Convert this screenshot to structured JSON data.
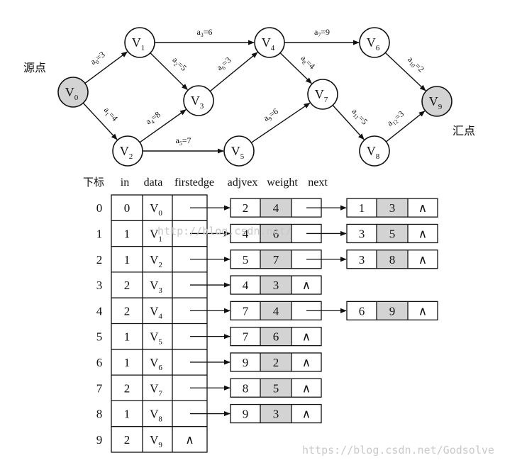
{
  "graph": {
    "source_label": "源点",
    "sink_label": "汇点",
    "vertices": [
      {
        "id": "v0",
        "base": "V",
        "sub": "0",
        "shaded": true
      },
      {
        "id": "v1",
        "base": "V",
        "sub": "1",
        "shaded": false
      },
      {
        "id": "v2",
        "base": "V",
        "sub": "2",
        "shaded": false
      },
      {
        "id": "v3",
        "base": "V",
        "sub": "3",
        "shaded": false
      },
      {
        "id": "v4",
        "base": "V",
        "sub": "4",
        "shaded": false
      },
      {
        "id": "v5",
        "base": "V",
        "sub": "5",
        "shaded": false
      },
      {
        "id": "v6",
        "base": "V",
        "sub": "6",
        "shaded": false
      },
      {
        "id": "v7",
        "base": "V",
        "sub": "7",
        "shaded": false
      },
      {
        "id": "v8",
        "base": "V",
        "sub": "8",
        "shaded": false
      },
      {
        "id": "v9",
        "base": "V",
        "sub": "9",
        "shaded": true
      }
    ],
    "edges": [
      {
        "from": "v0",
        "to": "v1",
        "name": "a",
        "sub": "0",
        "weight": "3"
      },
      {
        "from": "v0",
        "to": "v2",
        "name": "a",
        "sub": "1",
        "weight": "4"
      },
      {
        "from": "v1",
        "to": "v3",
        "name": "a",
        "sub": "2",
        "weight": "5"
      },
      {
        "from": "v1",
        "to": "v4",
        "name": "a",
        "sub": "3",
        "weight": "6"
      },
      {
        "from": "v2",
        "to": "v3",
        "name": "a",
        "sub": "4",
        "weight": "8"
      },
      {
        "from": "v2",
        "to": "v5",
        "name": "a",
        "sub": "5",
        "weight": "7"
      },
      {
        "from": "v3",
        "to": "v4",
        "name": "a",
        "sub": "6",
        "weight": "3"
      },
      {
        "from": "v4",
        "to": "v6",
        "name": "a",
        "sub": "7",
        "weight": "9"
      },
      {
        "from": "v4",
        "to": "v7",
        "name": "a",
        "sub": "8",
        "weight": "4"
      },
      {
        "from": "v5",
        "to": "v7",
        "name": "a",
        "sub": "9",
        "weight": "6"
      },
      {
        "from": "v6",
        "to": "v9",
        "name": "a",
        "sub": "10",
        "weight": "2"
      },
      {
        "from": "v7",
        "to": "v8",
        "name": "a",
        "sub": "11",
        "weight": "5"
      },
      {
        "from": "v8",
        "to": "v9",
        "name": "a",
        "sub": "12",
        "weight": "3"
      }
    ]
  },
  "table": {
    "headers": {
      "index": "下标",
      "in": "in",
      "data": "data",
      "firstedge": "firstedge",
      "adjvex": "adjvex",
      "weight": "weight",
      "next": "next"
    },
    "null_symbol": "∧",
    "rows": [
      {
        "index": "0",
        "in": "0",
        "data": "V",
        "data_sub": "0",
        "edges": [
          {
            "adjvex": "2",
            "weight": "4"
          },
          {
            "adjvex": "1",
            "weight": "3"
          }
        ]
      },
      {
        "index": "1",
        "in": "1",
        "data": "V",
        "data_sub": "1",
        "edges": [
          {
            "adjvex": "4",
            "weight": "6"
          },
          {
            "adjvex": "3",
            "weight": "5"
          }
        ]
      },
      {
        "index": "2",
        "in": "1",
        "data": "V",
        "data_sub": "2",
        "edges": [
          {
            "adjvex": "5",
            "weight": "7"
          },
          {
            "adjvex": "3",
            "weight": "8"
          }
        ]
      },
      {
        "index": "3",
        "in": "2",
        "data": "V",
        "data_sub": "3",
        "edges": [
          {
            "adjvex": "4",
            "weight": "3"
          }
        ]
      },
      {
        "index": "4",
        "in": "2",
        "data": "V",
        "data_sub": "4",
        "edges": [
          {
            "adjvex": "7",
            "weight": "4"
          },
          {
            "adjvex": "6",
            "weight": "9"
          }
        ]
      },
      {
        "index": "5",
        "in": "1",
        "data": "V",
        "data_sub": "5",
        "edges": [
          {
            "adjvex": "7",
            "weight": "6"
          }
        ]
      },
      {
        "index": "6",
        "in": "1",
        "data": "V",
        "data_sub": "6",
        "edges": [
          {
            "adjvex": "9",
            "weight": "2"
          }
        ]
      },
      {
        "index": "7",
        "in": "2",
        "data": "V",
        "data_sub": "7",
        "edges": [
          {
            "adjvex": "8",
            "weight": "5"
          }
        ]
      },
      {
        "index": "8",
        "in": "1",
        "data": "V",
        "data_sub": "8",
        "edges": [
          {
            "adjvex": "9",
            "weight": "3"
          }
        ]
      },
      {
        "index": "9",
        "in": "2",
        "data": "V",
        "data_sub": "9",
        "edges": []
      }
    ]
  },
  "watermark": {
    "center_text": "http://blog.csdn.net/",
    "footer_text": "https://blog.csdn.net/Godsolve"
  },
  "colors": {
    "shaded_fill": "#d3d3d3",
    "line": "#111111",
    "background": "#ffffff"
  }
}
